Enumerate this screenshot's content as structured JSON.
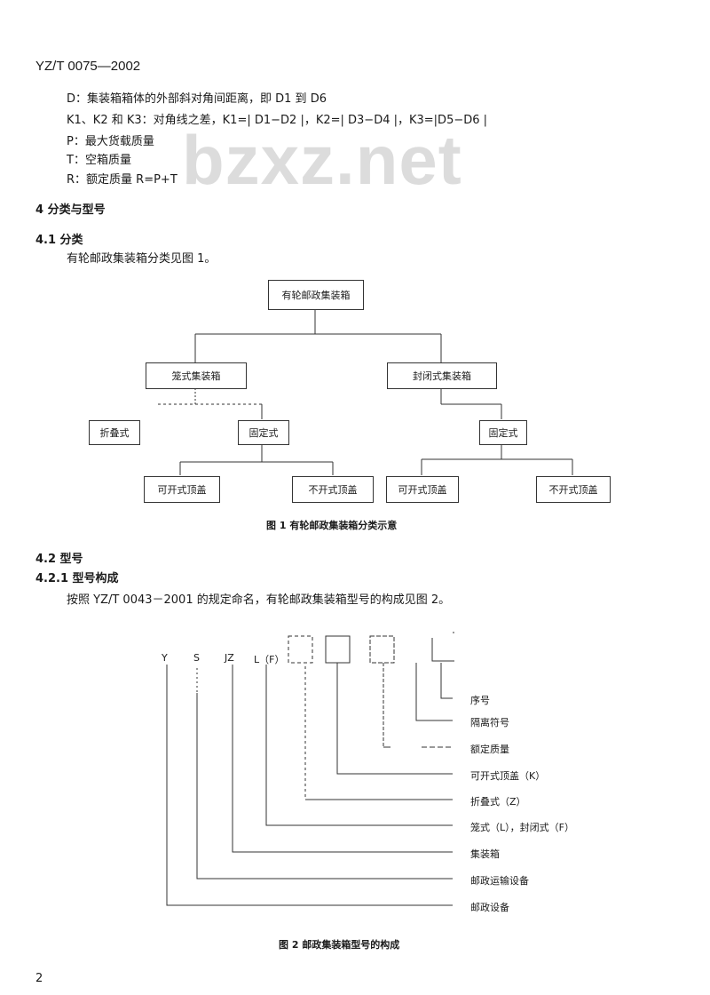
{
  "header": "YZ/T 0075—2002",
  "watermark": "bzxz.net",
  "defs": [
    "D：集装箱箱体的外部斜对角间距离，即 D1 到 D6",
    "K1、K2 和 K3：对角线之差，K1=| D1−D2 |，K2=| D3−D4 |，K3=|D5−D6 |",
    "P：最大货载质量",
    "T：空箱质量",
    "R：额定质量   R=P+T"
  ],
  "section4": "4   分类与型号",
  "section41": "4.1   分类",
  "para41": "有轮邮政集装箱分类见图 1。",
  "fig1": {
    "root": "有轮邮政集装箱",
    "cage": "笼式集装箱",
    "closed": "封闭式集装箱",
    "folding": "折叠式",
    "fixed_left": "固定式",
    "fixed_right": "固定式",
    "open_top_left": "可开式顶盖",
    "nonopen_top_left": "不开式顶盖",
    "open_top_right": "可开式顶盖",
    "nonopen_top_right": "不开式顶盖",
    "caption": "图 1   有轮邮政集装箱分类示意"
  },
  "section42": "4.2   型号",
  "section421": "4.2.1   型号构成",
  "para421": "按照 YZ/T 0043－2001 的规定命名，有轮邮政集装箱型号的构成见图 2。",
  "fig2": {
    "codes": [
      "Y",
      "S",
      "JZ",
      "L（F）"
    ],
    "labels": [
      "序号",
      "隔离符号",
      "额定质量",
      "可开式顶盖（K）",
      "折叠式（Z）",
      "笼式（L），封闭式（F）",
      "集装箱",
      "邮政运输设备",
      "邮政设备"
    ],
    "caption": "图 2   邮政集装箱型号的构成"
  },
  "page_number": "2"
}
